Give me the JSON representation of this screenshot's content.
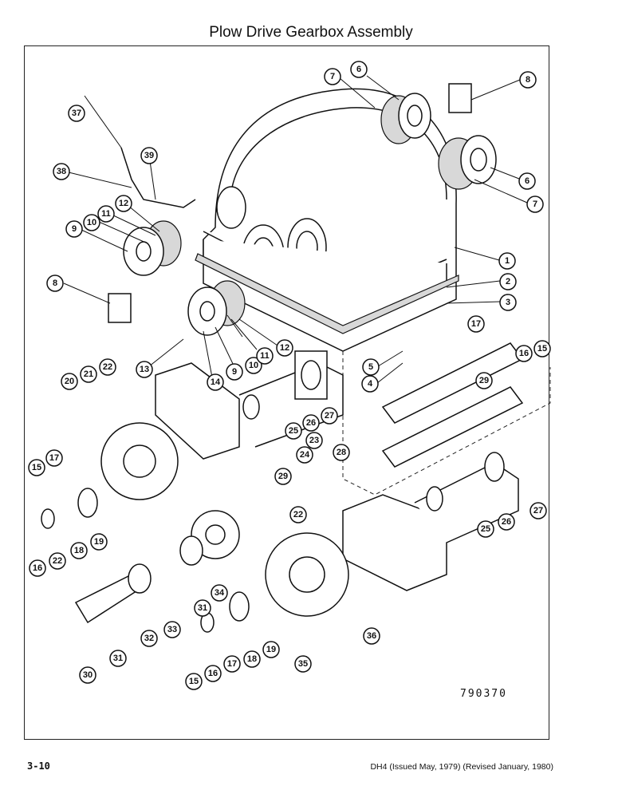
{
  "page": {
    "title": "Plow Drive Gearbox Assembly",
    "drawing_number": "790370",
    "page_number": "3-10",
    "revision_note": "DH4 (Issued May, 1979) (Revised January, 1980)"
  },
  "callouts": [
    "1",
    "2",
    "3",
    "4",
    "5",
    "6",
    "6",
    "7",
    "7",
    "8",
    "8",
    "9",
    "9",
    "10",
    "10",
    "11",
    "11",
    "12",
    "12",
    "13",
    "14",
    "15",
    "15",
    "15",
    "16",
    "16",
    "16",
    "17",
    "17",
    "17",
    "18",
    "18",
    "19",
    "19",
    "20",
    "21",
    "22",
    "22",
    "22",
    "23",
    "24",
    "25",
    "25",
    "26",
    "26",
    "27",
    "27",
    "28",
    "29",
    "29",
    "30",
    "31",
    "31",
    "32",
    "33",
    "34",
    "35",
    "36",
    "37",
    "38",
    "39"
  ]
}
